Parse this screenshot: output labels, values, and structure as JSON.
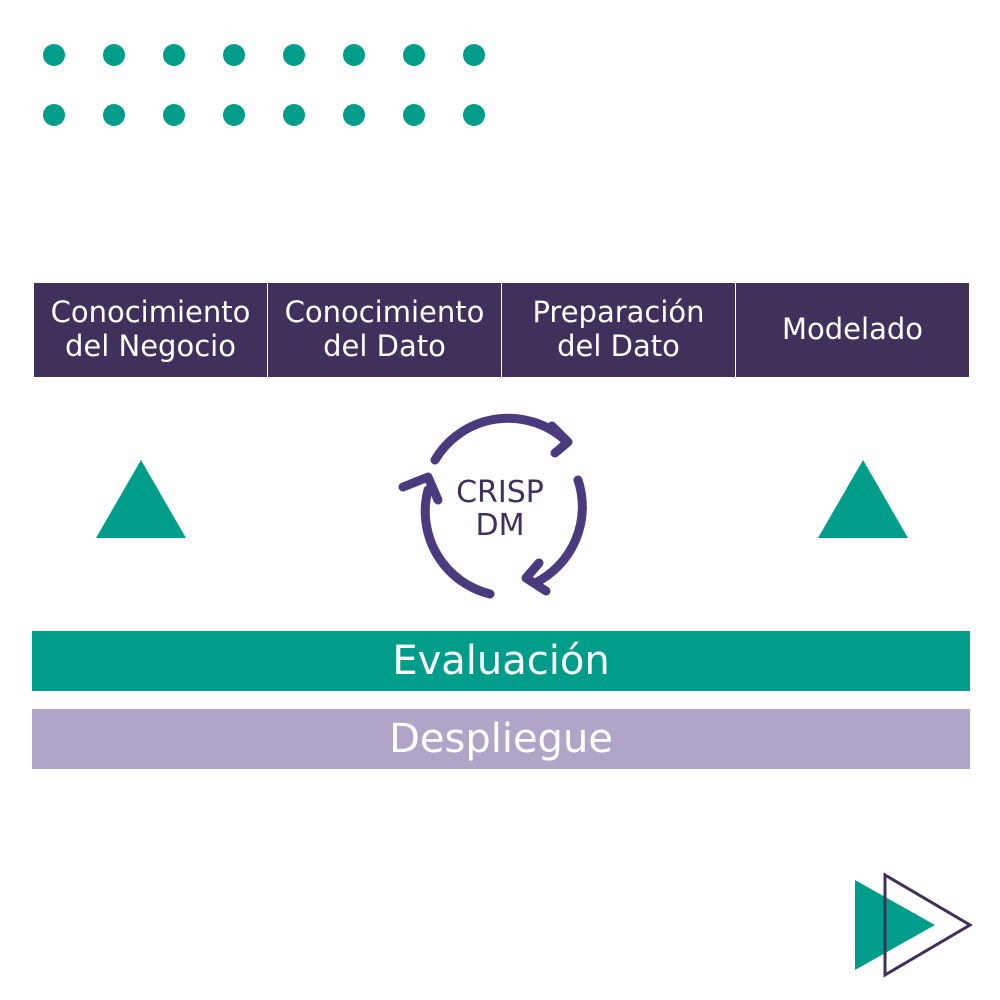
{
  "colors": {
    "teal": "#009e8a",
    "dark_purple": "#40305c",
    "light_purple": "#b0a5c6",
    "cycle_arrow": "#4b3a7e",
    "white": "#ffffff"
  },
  "decorations": {
    "dot_grid": {
      "rows": 2,
      "columns": 8,
      "icon": "dot-grid"
    },
    "left_icon": "triangle-up-icon",
    "right_icon": "triangle-up-icon",
    "corner_icon": "play-arrows-icon"
  },
  "phases": [
    {
      "label": "Conocimiento\ndel Negocio"
    },
    {
      "label": "Conocimiento\ndel Dato"
    },
    {
      "label": "Preparación\ndel Dato"
    },
    {
      "label": "Modelado"
    }
  ],
  "cycle": {
    "label": "CRISP\nDM",
    "icon": "cycle-arrows-icon"
  },
  "bands": {
    "evaluation": "Evaluación",
    "deployment": "Despliegue"
  }
}
